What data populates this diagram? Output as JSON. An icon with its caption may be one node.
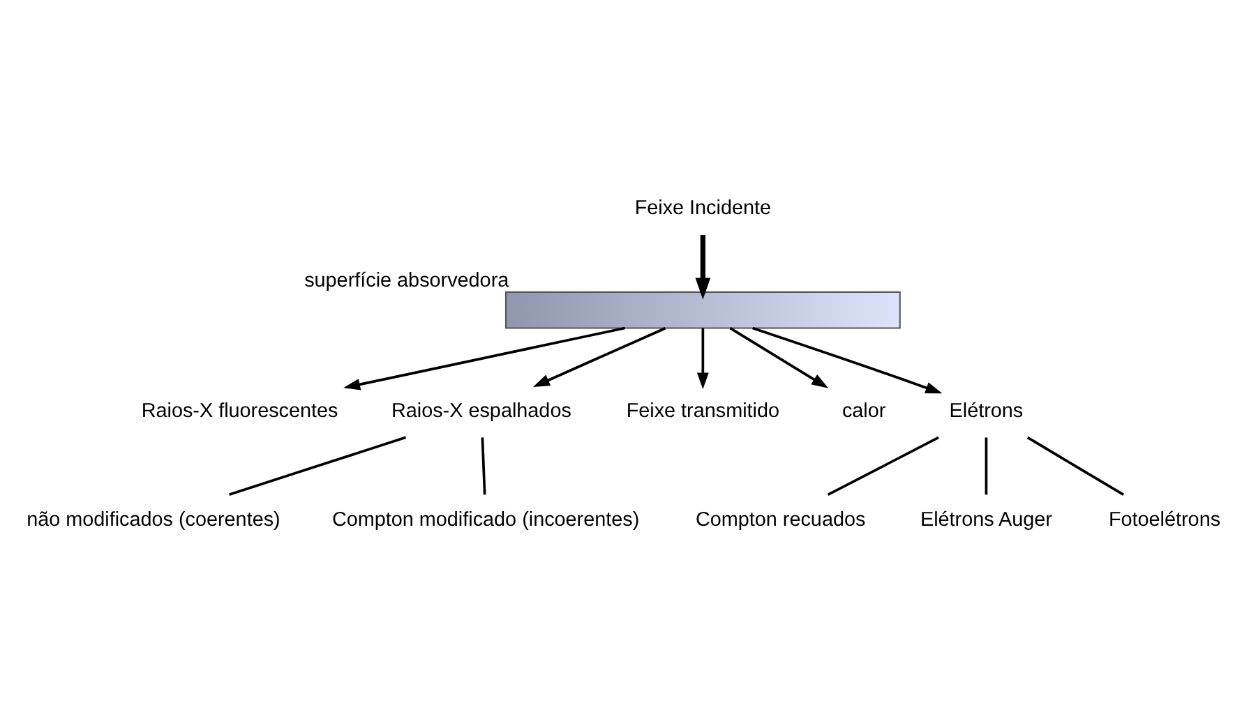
{
  "diagram": {
    "nodes": [
      {
        "text": [
          "Feixe Incidente"
        ]
      },
      {
        "text": [],
        "shape": "bar",
        "beside": [
          "superfície absorvedora"
        ]
      },
      {
        "text": [
          "Raios-X fluorescentes"
        ]
      },
      {
        "text": [
          "Raios-X espalhados"
        ]
      },
      {
        "text": [
          "Feixe transmitido"
        ]
      },
      {
        "text": [
          "calor"
        ]
      },
      {
        "text": [
          "Elétrons"
        ]
      },
      {
        "text": [
          "não modificados (coerentes)"
        ]
      },
      {
        "text": [
          "Compton modificado (incoerentes)"
        ]
      },
      {
        "text": [
          "Compton recuados"
        ]
      },
      {
        "text": [
          "Elétrons Auger"
        ]
      },
      {
        "text": [
          "Fotoelétrons"
        ]
      }
    ],
    "edges": [
      {
        "from": 0,
        "to": 1,
        "arrow": "to",
        "style": "thick"
      },
      {
        "from": 1,
        "to": 2,
        "arrow": "to"
      },
      {
        "from": 1,
        "to": 3,
        "arrow": "to"
      },
      {
        "from": 1,
        "to": 4,
        "arrow": "to"
      },
      {
        "from": 1,
        "to": 5,
        "arrow": "to"
      },
      {
        "from": 1,
        "to": 6,
        "arrow": "to"
      },
      {
        "from": 3,
        "to": 7,
        "arrow": "none"
      },
      {
        "from": 3,
        "to": 8,
        "arrow": "none"
      },
      {
        "from": 6,
        "to": 9,
        "arrow": "none"
      },
      {
        "from": 6,
        "to": 10,
        "arrow": "none"
      },
      {
        "from": 6,
        "to": 11,
        "arrow": "none"
      }
    ]
  }
}
